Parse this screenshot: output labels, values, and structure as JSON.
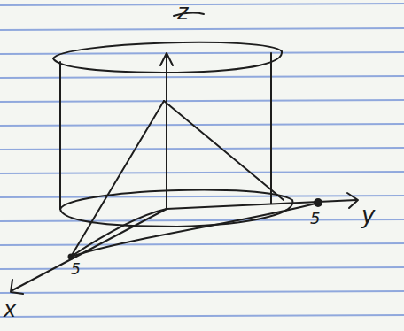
{
  "diagram": {
    "labels": [
      "z",
      "5",
      "y",
      "5",
      "x"
    ]
  }
}
